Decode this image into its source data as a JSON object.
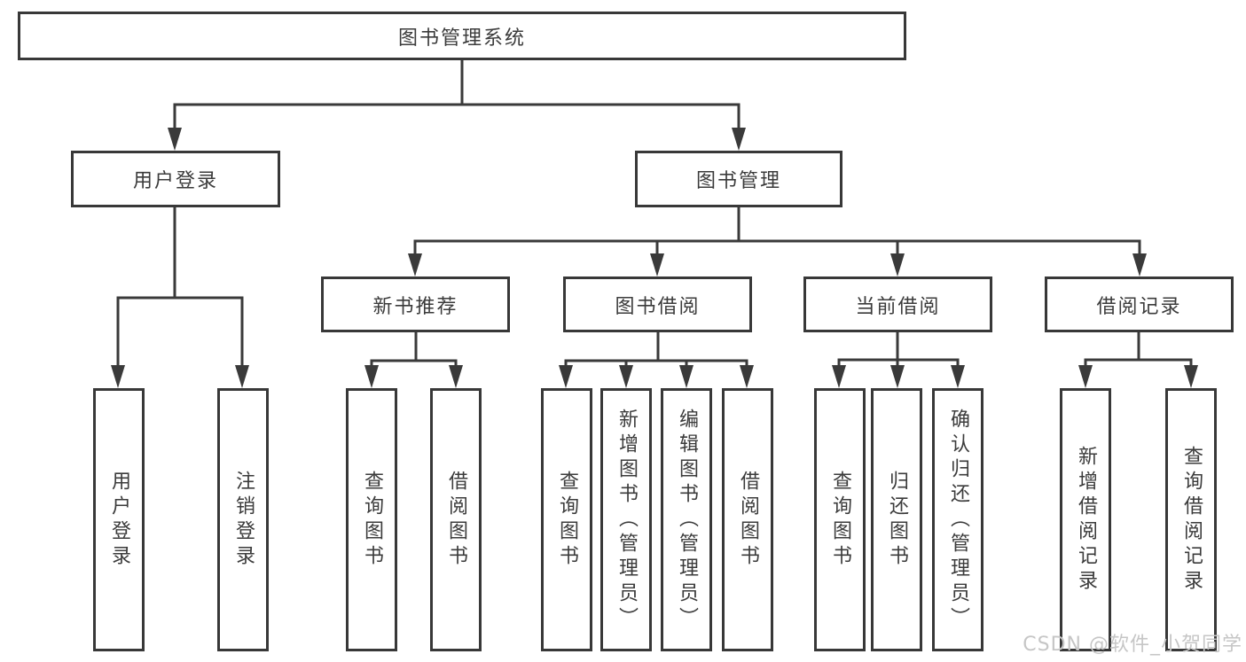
{
  "diagram": {
    "root": {
      "label": "图书管理系统"
    },
    "branches": [
      {
        "label": "用户登录",
        "children": [
          {
            "label": "用户登录"
          },
          {
            "label": "注销登录"
          }
        ]
      },
      {
        "label": "图书管理",
        "children": [
          {
            "label": "新书推荐",
            "children": [
              {
                "label": "查询图书"
              },
              {
                "label": "借阅图书"
              }
            ]
          },
          {
            "label": "图书借阅",
            "children": [
              {
                "label": "查询图书"
              },
              {
                "label": "新增图书（管理员）"
              },
              {
                "label": "编辑图书（管理员）"
              },
              {
                "label": "借阅图书"
              }
            ]
          },
          {
            "label": "当前借阅",
            "children": [
              {
                "label": "查询图书"
              },
              {
                "label": "归还图书"
              },
              {
                "label": "确认归还（管理员）"
              }
            ]
          },
          {
            "label": "借阅记录",
            "children": [
              {
                "label": "新增借阅记录"
              },
              {
                "label": "查询借阅记录"
              }
            ]
          }
        ]
      }
    ]
  },
  "watermark": {
    "text": "CSDN @软件_小贺同学"
  },
  "colors": {
    "line": "#3a3a3a",
    "box_border": "#383838",
    "text": "#3b3b3b",
    "background": "#ffffff",
    "watermark": "#c6c6c6"
  }
}
